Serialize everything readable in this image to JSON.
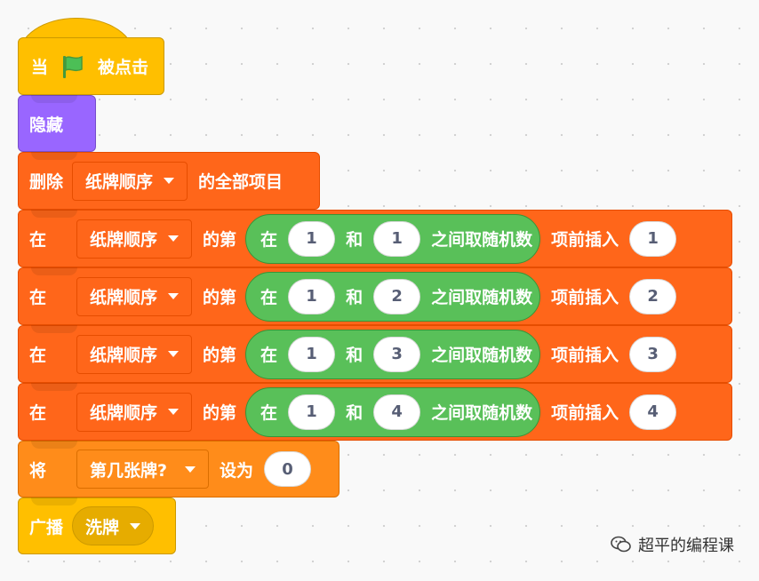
{
  "event_block": {
    "label_when": "当",
    "label_clicked": "被点击",
    "icon": "green-flag-icon"
  },
  "looks_block": {
    "label": "隐藏"
  },
  "delete_block": {
    "label": "删除",
    "list": "纸牌顺序",
    "suffix": "的全部项目"
  },
  "insert_blocks": [
    {
      "label_at": "在",
      "list": "纸牌顺序",
      "label_of": "的第",
      "rand_label_at": "在",
      "from": "1",
      "rand_label_and": "和",
      "to": "1",
      "rand_label_suffix": "之间取随机数",
      "label_insert": "项前插入",
      "value": "1"
    },
    {
      "label_at": "在",
      "list": "纸牌顺序",
      "label_of": "的第",
      "rand_label_at": "在",
      "from": "1",
      "rand_label_and": "和",
      "to": "2",
      "rand_label_suffix": "之间取随机数",
      "label_insert": "项前插入",
      "value": "2"
    },
    {
      "label_at": "在",
      "list": "纸牌顺序",
      "label_of": "的第",
      "rand_label_at": "在",
      "from": "1",
      "rand_label_and": "和",
      "to": "3",
      "rand_label_suffix": "之间取随机数",
      "label_insert": "项前插入",
      "value": "3"
    },
    {
      "label_at": "在",
      "list": "纸牌顺序",
      "label_of": "的第",
      "rand_label_at": "在",
      "from": "1",
      "rand_label_and": "和",
      "to": "4",
      "rand_label_suffix": "之间取随机数",
      "label_insert": "项前插入",
      "value": "4"
    }
  ],
  "set_block": {
    "label": "将",
    "variable": "第几张牌?",
    "label_set": "设为",
    "value": "0"
  },
  "broadcast_block": {
    "label": "广播",
    "message": "洗牌"
  },
  "watermark": {
    "text": "超平的编程课",
    "icon": "wechat-icon"
  },
  "colors": {
    "events": "#ffbf00",
    "looks": "#9966ff",
    "list": "#ff661a",
    "variables": "#ff8c1a",
    "operators": "#59c059",
    "background": "#f9f9f9"
  }
}
